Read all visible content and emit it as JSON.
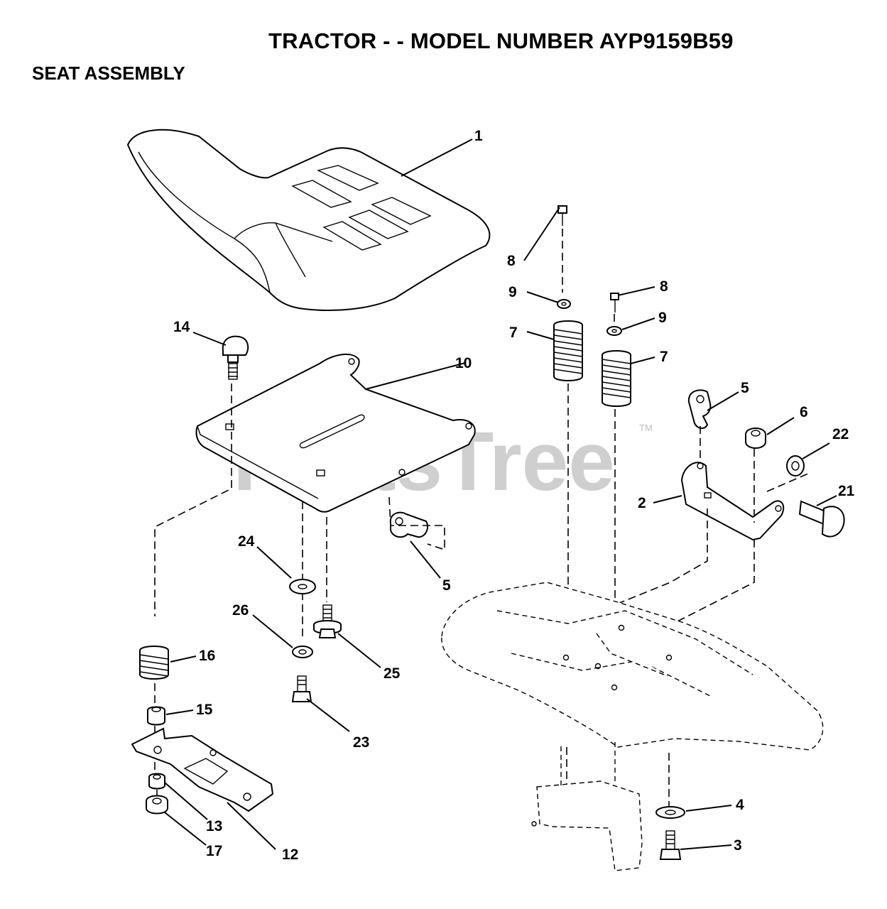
{
  "header": {
    "title": "TRACTOR - - MODEL NUMBER AYP9159B59",
    "subtitle": "SEAT ASSEMBLY"
  },
  "watermark": {
    "text": "PartsTree",
    "trademark": "TM"
  },
  "callouts": {
    "c1": "1",
    "c2": "2",
    "c3": "3",
    "c4": "4",
    "c5a": "5",
    "c5b": "5",
    "c6": "6",
    "c7a": "7",
    "c7b": "7",
    "c8a": "8",
    "c8b": "8",
    "c9a": "9",
    "c9b": "9",
    "c10": "10",
    "c12": "12",
    "c13": "13",
    "c14": "14",
    "c15": "15",
    "c16": "16",
    "c17": "17",
    "c21": "21",
    "c22": "22",
    "c23": "23",
    "c24": "24",
    "c25": "25",
    "c26": "26"
  }
}
